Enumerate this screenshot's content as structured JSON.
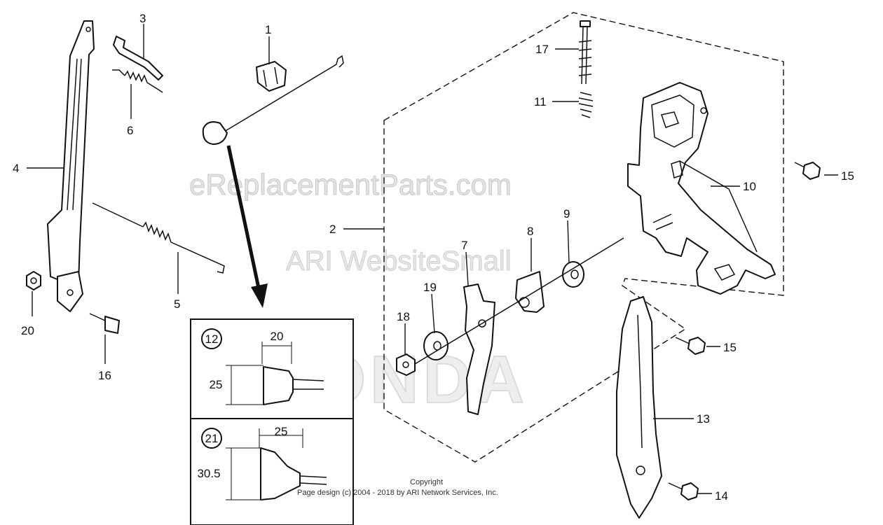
{
  "watermarks": {
    "site": "eReplacementParts.com",
    "ari": "ARI WebsiteSmall",
    "brand": "HONDA"
  },
  "callouts": {
    "c1": "1",
    "c2": "2",
    "c3": "3",
    "c4": "4",
    "c5": "5",
    "c6": "6",
    "c7": "7",
    "c8": "8",
    "c9": "9",
    "c10": "10",
    "c11": "11",
    "c13": "13",
    "c14": "14",
    "c15a": "15",
    "c15b": "15",
    "c16": "16",
    "c17": "17",
    "c18": "18",
    "c19": "19",
    "c20": "20"
  },
  "inset": {
    "part_a": "12",
    "part_a_width": "20",
    "part_a_height": "25",
    "part_b": "21",
    "part_b_width": "25",
    "part_b_height": "30.5"
  },
  "footer": {
    "copyright_label": "Copyright",
    "page_design": "Page design (c) 2004 - 2018 by ARI Network Services, Inc."
  }
}
